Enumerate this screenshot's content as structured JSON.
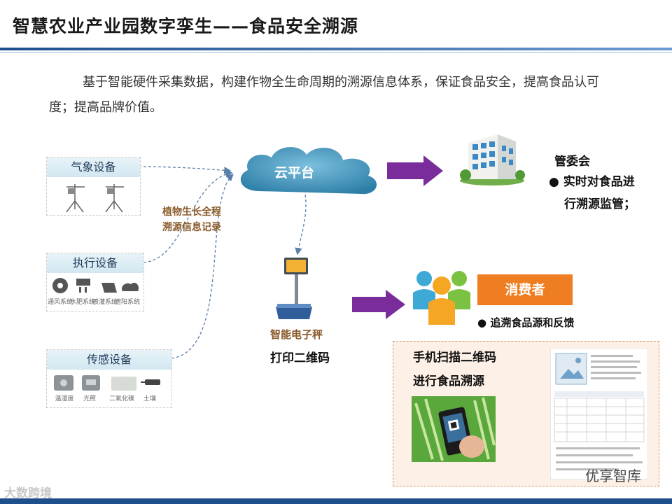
{
  "title": "智慧农业产业园数字孪生——食品安全溯源",
  "intro": "基于智能硬件采集数据，构建作物全生命周期的溯源信息体系，保证食品安全，提高食品认可度；提高品牌价值。",
  "devices": {
    "weather": {
      "label": "气象设备"
    },
    "actuator": {
      "label": "执行设备",
      "items": [
        "通风系统",
        "水肥系统",
        "喷灌系统",
        "遮阳系统"
      ]
    },
    "sensor": {
      "label": "传感设备",
      "items": [
        "温湿度",
        "光照",
        "二氧化碳",
        "土壤"
      ]
    }
  },
  "link_label": [
    "植物生长全程",
    "溯源信息记录"
  ],
  "cloud": "云平台",
  "scale": {
    "label": "智能电子秤",
    "action": "打印二维码"
  },
  "committee": {
    "label": "管委会",
    "bullet": [
      "实时对食品进",
      "行溯源监管；"
    ]
  },
  "consumer": {
    "label": "消费者",
    "bullet": "追溯食品源和反馈"
  },
  "scan": {
    "line1": "手机扫描二维码",
    "line2": "进行食品溯源"
  },
  "watermarks": {
    "left": "大数跨境",
    "right": "优享智库"
  },
  "colors": {
    "accent_blue": "#1d4f8c",
    "arrow_purple": "#7a2c9a",
    "consumer_orange": "#ef7d22",
    "cloud_blue": "#2e7fa8"
  }
}
